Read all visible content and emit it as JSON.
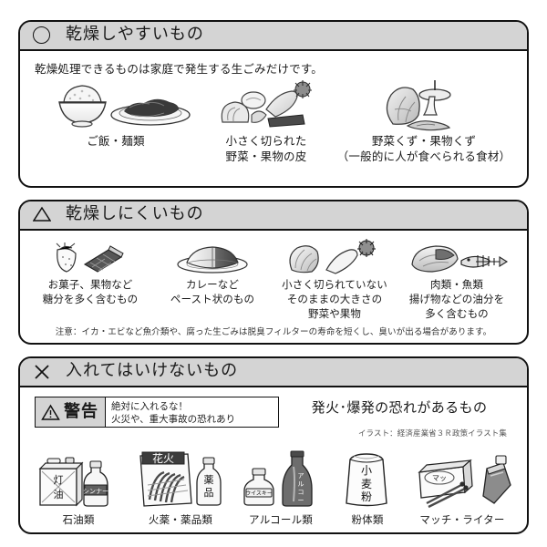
{
  "sections": [
    {
      "mark": "circle-icon",
      "title": "乾燥しやすいもの",
      "lead": "乾燥処理できるものは家庭で発生する生ごみだけです。",
      "items": [
        {
          "caption_line1": "ご飯・麺類",
          "caption_line2": "",
          "art": "rice-bowl-and-noodles-illustration"
        },
        {
          "caption_line1": "小さく切られた",
          "caption_line2": "野菜・果物の皮",
          "art": "chopped-vegetables-illustration"
        },
        {
          "caption_line1": "野菜くず・果物くず",
          "caption_line2": "（一般的に人が食べられる食材）",
          "art": "vegetable-scraps-illustration"
        }
      ]
    },
    {
      "mark": "triangle-icon",
      "title": "乾燥しにくいもの",
      "items": [
        {
          "caption_line1": "お菓子、果物など",
          "caption_line2": "糖分を多く含むもの",
          "caption_line3": "",
          "art": "sweets-and-fruit-illustration"
        },
        {
          "caption_line1": "カレーなど",
          "caption_line2": "ペースト状のもの",
          "caption_line3": "",
          "art": "curry-plate-illustration"
        },
        {
          "caption_line1": "小さく切られていない",
          "caption_line2": "そのままの大きさの",
          "caption_line3": "野菜や果物",
          "art": "whole-vegetables-illustration"
        },
        {
          "caption_line1": "肉類・魚類",
          "caption_line2": "揚げ物などの油分を",
          "caption_line3": "多く含むもの",
          "art": "meat-and-fish-illustration"
        }
      ],
      "note": "注意：イカ・エビなど魚介類や、腐った生ごみは脱臭フィルターの寿命を短くし、臭いが出る場合があります。"
    },
    {
      "mark": "cross-icon",
      "title": "入れてはいけないもの",
      "warning": {
        "label": "警告",
        "line1": "絶対に入れるな！",
        "line2": "火災や、重大事故の恐れあり"
      },
      "heading": "発火･爆発の恐れがあるもの",
      "credit": "イラスト：経済産業省３Ｒ政策イラスト集",
      "items": [
        {
          "caption": "石油類",
          "art": "kerosene-can-and-thinner-bottle-illustration",
          "sublabels": [
            "灯",
            "油",
            "シンナー"
          ]
        },
        {
          "caption": "火薬・薬品類",
          "art": "fireworks-and-chemical-bottle-illustration",
          "sublabels": [
            "花火",
            "薬品"
          ]
        },
        {
          "caption": "アルコール類",
          "art": "alcohol-bottles-illustration",
          "sublabels": [
            "ウイスキー",
            "アルコール"
          ]
        },
        {
          "caption": "粉体類",
          "art": "flour-bag-illustration",
          "sublabels": [
            "小麦粉"
          ]
        },
        {
          "caption": "マッチ・ライター",
          "art": "matches-and-lighter-illustration",
          "sublabels": [
            "マッチ"
          ]
        }
      ]
    }
  ],
  "colors": {
    "header_bar": "#d4d4d4",
    "border": "#111111",
    "background": "#ffffff",
    "note_text": "#333333",
    "credit_text": "#555555"
  }
}
